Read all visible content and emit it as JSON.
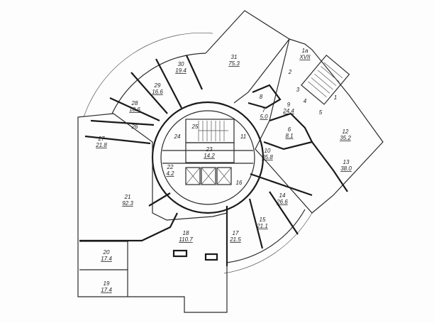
{
  "title": "Floor plan",
  "rooms": [
    {
      "id": "31",
      "area": "75.3"
    },
    {
      "id": "30",
      "area": "19.4"
    },
    {
      "id": "29",
      "area": "16.6"
    },
    {
      "id": "28",
      "area": "18.6"
    },
    {
      "id": "27",
      "area": "21.8"
    },
    {
      "id": "26",
      "area": ""
    },
    {
      "id": "25",
      "area": ""
    },
    {
      "id": "24",
      "area": ""
    },
    {
      "id": "11",
      "area": ""
    },
    {
      "id": "23",
      "area": "14.2"
    },
    {
      "id": "22",
      "area": "4.2"
    },
    {
      "id": "10",
      "area": "85.8"
    },
    {
      "id": "16",
      "area": ""
    },
    {
      "id": "21",
      "area": "92.3"
    },
    {
      "id": "14",
      "area": "26.6"
    },
    {
      "id": "15",
      "area": "21.1"
    },
    {
      "id": "17",
      "area": "21.5"
    },
    {
      "id": "18",
      "area": "110.7"
    },
    {
      "id": "20",
      "area": "17.4"
    },
    {
      "id": "19",
      "area": "17.4"
    },
    {
      "id": "13",
      "area": "38.0"
    },
    {
      "id": "12",
      "area": "35.2"
    },
    {
      "id": "9",
      "area": "24.4"
    },
    {
      "id": "8",
      "area": ""
    },
    {
      "id": "7",
      "area": "5.0"
    },
    {
      "id": "6",
      "area": "8.1"
    },
    {
      "id": "5",
      "area": ""
    },
    {
      "id": "4",
      "area": ""
    },
    {
      "id": "3",
      "area": ""
    },
    {
      "id": "2",
      "area": ""
    },
    {
      "id": "1",
      "area": ""
    },
    {
      "id": "1a",
      "area": "XVII"
    }
  ]
}
